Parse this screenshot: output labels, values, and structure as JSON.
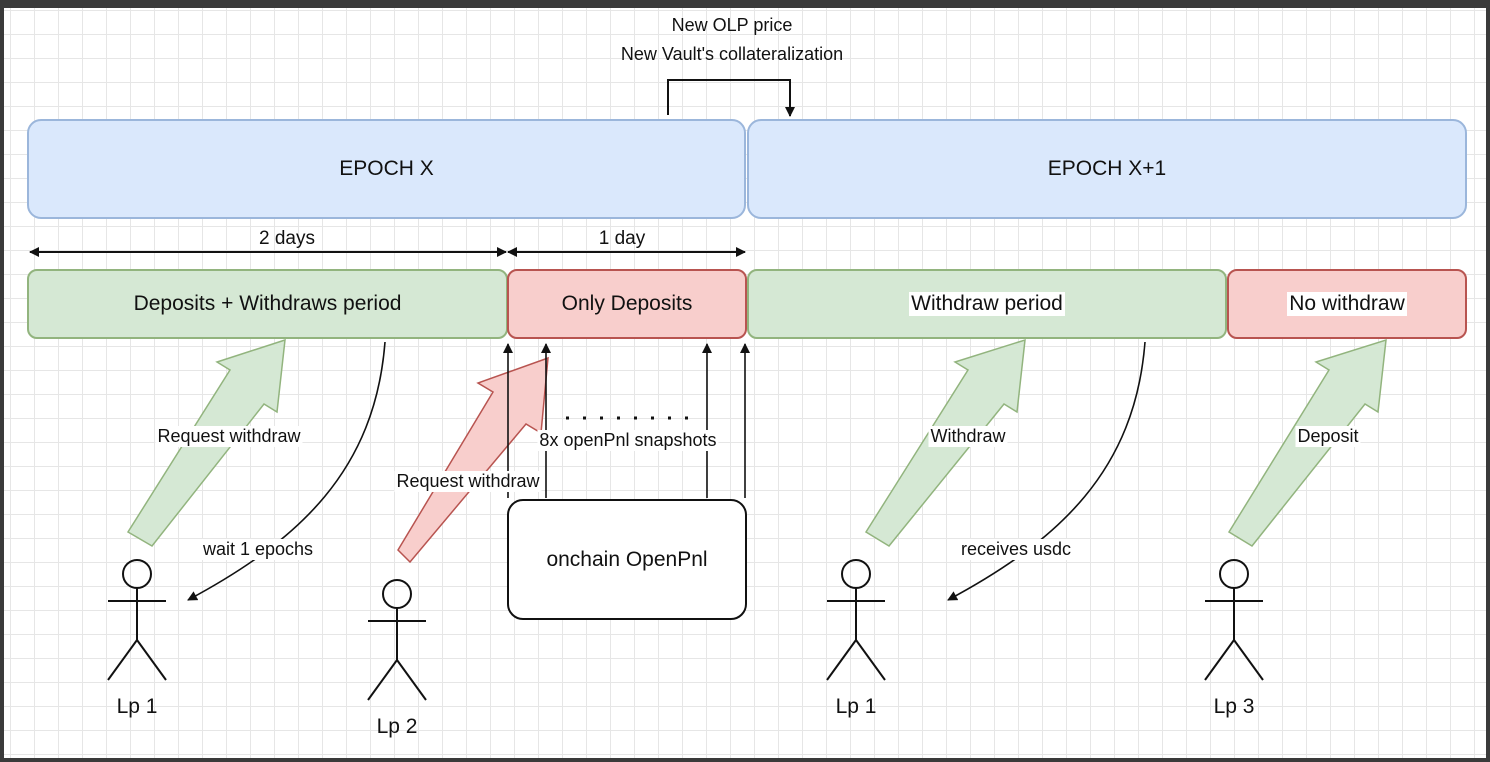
{
  "top_note": {
    "line1": "New OLP price",
    "line2": "New Vault's collateralization"
  },
  "epochs": {
    "epoch_x": "EPOCH X",
    "epoch_x1": "EPOCH X+1"
  },
  "durations": {
    "two_days": "2 days",
    "one_day": "1 day"
  },
  "periods": {
    "deposits_withdraws": "Deposits + Withdraws period",
    "only_deposits": "Only Deposits",
    "withdraw_period": "Withdraw period",
    "no_withdraw": "No withdraw"
  },
  "onchain_box": "onchain OpenPnl",
  "arrows": {
    "request_withdraw_1": "Request withdraw",
    "wait_epochs": "wait 1 epochs",
    "request_withdraw_2": "Request withdraw",
    "snapshots": "8x openPnl snapshots",
    "withdraw": "Withdraw",
    "receives_usdc": "receives usdc",
    "deposit": "Deposit"
  },
  "actors": {
    "lp1_a": "Lp 1",
    "lp2": "Lp 2",
    "lp1_b": "Lp 1",
    "lp3": "Lp 3"
  },
  "colors": {
    "epoch_fill": "#dae8fc",
    "green_fill": "#d5e8d4",
    "red_fill": "#f8cecc",
    "green_arrow": "#d5e8d4",
    "red_arrow": "#f8cecc"
  }
}
